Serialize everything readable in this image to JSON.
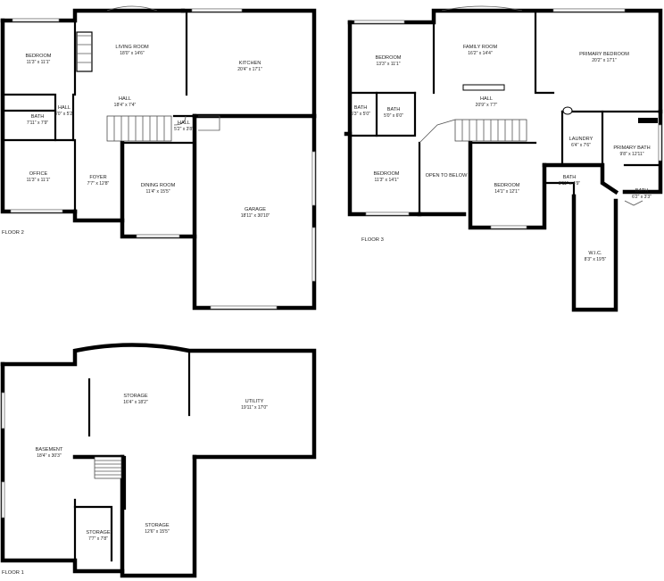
{
  "floor2": {
    "name": "FLOOR 2",
    "rooms": [
      {
        "key": "bedroom",
        "label": "BEDROOM",
        "dim": "11'3\" x 11'1\""
      },
      {
        "key": "living",
        "label": "LIVING ROOM",
        "dim": "18'0\" x 14'6\""
      },
      {
        "key": "kitchen",
        "label": "KITCHEN",
        "dim": "20'4\" x 17'1\""
      },
      {
        "key": "hall_small",
        "label": "HALL",
        "dim": "3'0\" x 5'2\""
      },
      {
        "key": "hall",
        "label": "HALL",
        "dim": "18'4\" x 7'4\""
      },
      {
        "key": "bath",
        "label": "BATH",
        "dim": "7'11\" x 7'9\""
      },
      {
        "key": "hall_kitchen",
        "label": "HALL",
        "dim": "5'2\" x 3'8\""
      },
      {
        "key": "office",
        "label": "OFFICE",
        "dim": "11'3\" x 11'1\""
      },
      {
        "key": "foyer",
        "label": "FOYER",
        "dim": "7'7\" x 12'8\""
      },
      {
        "key": "dining",
        "label": "DINING ROOM",
        "dim": "11'4\" x 15'5\""
      },
      {
        "key": "garage",
        "label": "GARAGE",
        "dim": "18'11\" x 30'10\""
      }
    ]
  },
  "floor3": {
    "name": "FLOOR 3",
    "rooms": [
      {
        "key": "bedroom_nw",
        "label": "BEDROOM",
        "dim": "13'3\" x 11'1\""
      },
      {
        "key": "family",
        "label": "FAMILY ROOM",
        "dim": "16'2\" x 14'4\""
      },
      {
        "key": "primary_bed",
        "label": "PRIMARY BEDROOM",
        "dim": "20'2\" x 17'1\""
      },
      {
        "key": "hall",
        "label": "HALL",
        "dim": "20'9\" x 7'7\""
      },
      {
        "key": "bath_a",
        "label": "BATH",
        "dim": "5'3\" x 5'0\""
      },
      {
        "key": "bath_b",
        "label": "BATH",
        "dim": "5'0\" x 6'0\""
      },
      {
        "key": "laundry",
        "label": "LAUNDRY",
        "dim": "6'4\" x 7'6\""
      },
      {
        "key": "primary_bath",
        "label": "PRIMARY BATH",
        "dim": "9'8\" x 12'11\""
      },
      {
        "key": "bedroom_sw",
        "label": "BEDROOM",
        "dim": "11'3\" x 14'1\""
      },
      {
        "key": "open",
        "label": "OPEN TO BELOW",
        "dim": ""
      },
      {
        "key": "bedroom_mid",
        "label": "BEDROOM",
        "dim": "14'1\" x 12'1\""
      },
      {
        "key": "bath_c",
        "label": "BATH",
        "dim": "8'11\" x 4'9\""
      },
      {
        "key": "bath_d",
        "label": "BATH",
        "dim": "6'2\" x 3'3\""
      },
      {
        "key": "wic",
        "label": "W.I.C.",
        "dim": "8'3\" x 19'5\""
      }
    ]
  },
  "floor1": {
    "name": "FLOOR 1",
    "rooms": [
      {
        "key": "storage_top",
        "label": "STORAGE",
        "dim": "16'4\" x 18'2\""
      },
      {
        "key": "utility",
        "label": "UTILITY",
        "dim": "19'11\" x 17'0\""
      },
      {
        "key": "basement",
        "label": "BASEMENT",
        "dim": "18'4\" x 30'3\""
      },
      {
        "key": "storage_small",
        "label": "STORAGE",
        "dim": "7'7\" x 7'8\""
      },
      {
        "key": "storage_bottom",
        "label": "STORAGE",
        "dim": "12'6\" x 15'5\""
      }
    ]
  }
}
